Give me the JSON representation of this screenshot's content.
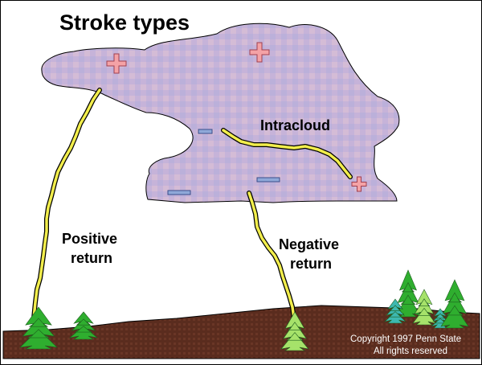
{
  "title": "Stroke types",
  "labels": {
    "intracloud": "Intracloud",
    "positive_return": [
      "Positive",
      "return"
    ],
    "negative_return": [
      "Negative",
      "return"
    ]
  },
  "copyright": [
    "Copyright 1997 Penn State",
    "All rights reserved"
  ],
  "colors": {
    "cloud": "#C4B3D8",
    "lightning": "#F2EE4C",
    "positive_charge": "#F4A2A6",
    "negative_charge": "#8FA8D8",
    "ground": "#5A2C1E",
    "tree_dark": "#2FAE2F",
    "tree_light": "#A6E26A",
    "tree_teal": "#3DB8B0"
  },
  "icons": [
    "positive-charge-icon",
    "negative-charge-icon",
    "tree-icon"
  ]
}
